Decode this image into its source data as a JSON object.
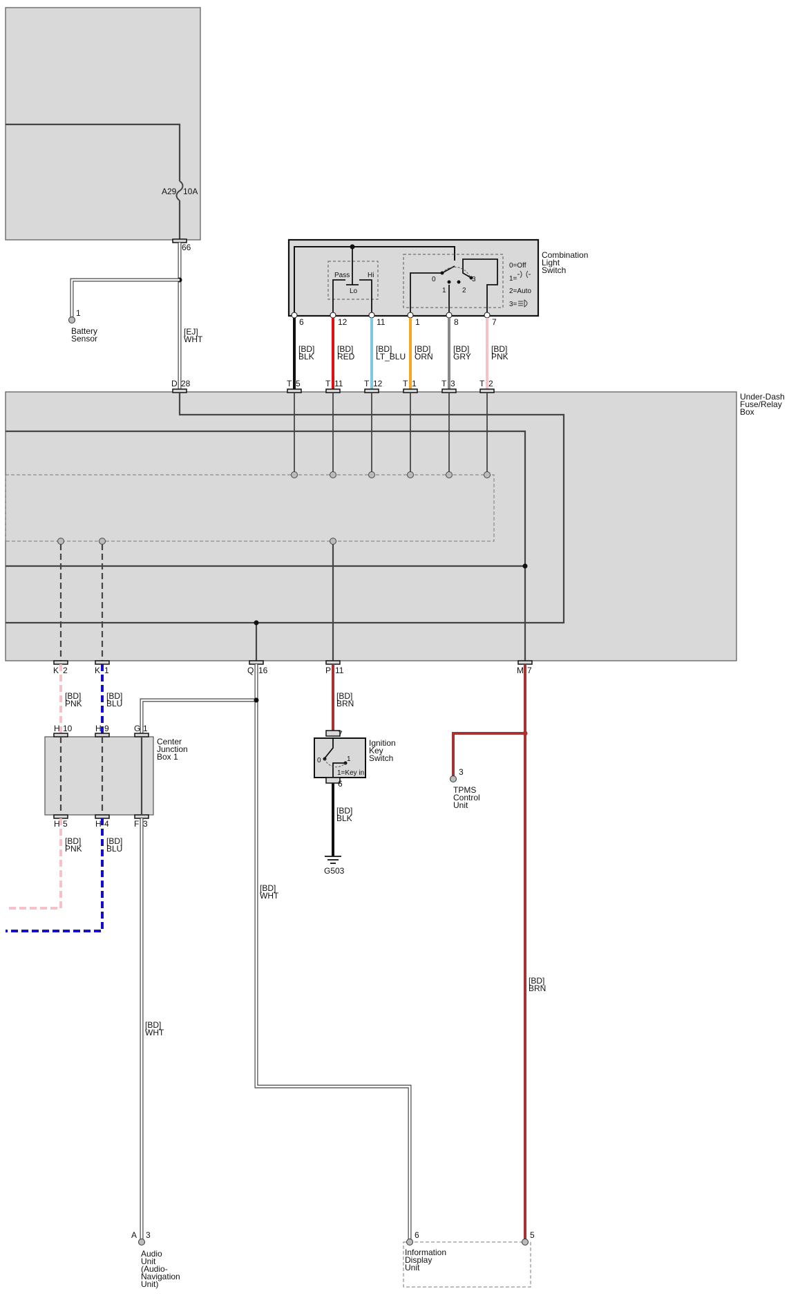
{
  "components": {
    "fuse": {
      "id": "A29",
      "rating": "10A",
      "pin": "66"
    },
    "battery_sensor": {
      "line1": "Battery",
      "line2": "Sensor",
      "pin": "1"
    },
    "combination_switch": {
      "line1": "Combination",
      "line2": "Light",
      "line3": "Switch",
      "pass": "Pass",
      "hi": "Hi",
      "lo": "Lo",
      "pos0": "0",
      "pos1": "1",
      "pos2": "2",
      "pos3": "3",
      "legend0": "0=Off",
      "legend1": "1=",
      "legend2": "2=Auto",
      "legend3": "3="
    },
    "under_dash": {
      "line1": "Under-Dash",
      "line2": "Fuse/Relay",
      "line3": "Box"
    },
    "center_junction": {
      "line1": "Center",
      "line2": "Junction",
      "line3": "Box 1"
    },
    "ignition_key": {
      "line1": "Ignition",
      "line2": "Key",
      "line3": "Switch",
      "pos0": "0",
      "pos1": "1",
      "legend": "1=Key in"
    },
    "ground": {
      "label": "G503"
    },
    "tpms": {
      "line1": "TPMS",
      "line2": "Control",
      "line3": "Unit",
      "pin": "3"
    },
    "audio": {
      "line1": "Audio",
      "line2": "Unit",
      "line3": "(Audio-",
      "line4": "Navigation",
      "line5": "Unit)",
      "conn": "A",
      "pin": "3"
    },
    "info_display": {
      "line1": "Information",
      "line2": "Display",
      "line3": "Unit",
      "pin": "6",
      "pin_b": "5"
    }
  },
  "switch_pins": [
    "6",
    "12",
    "11",
    "1",
    "8",
    "7"
  ],
  "fuse_box_pins": {
    "d": "D",
    "d28": "28",
    "t": "T",
    "t5": "5",
    "t11": "11",
    "t12": "12",
    "t1": "1",
    "t3": "3",
    "t2": "2",
    "k": "K",
    "k2": "2",
    "k1": "1",
    "q": "Q",
    "q16": "16",
    "p": "P",
    "p11": "11",
    "m": "M",
    "m7": "7"
  },
  "junction_pins": {
    "h": "H",
    "h10": "10",
    "h9": "9",
    "g": "G",
    "g1": "1",
    "h5": "5",
    "h4": "4",
    "f": "F",
    "f3": "3"
  },
  "ignition_pins": {
    "top": "7",
    "bottom": "6"
  },
  "wire_labels": {
    "ej": "[EJ]",
    "bd": "[BD]",
    "wht": "WHT",
    "blk": "BLK",
    "red": "RED",
    "lt_blu": "LT_BLU",
    "orn": "ORN",
    "gry": "GRY",
    "pnk": "PNK",
    "blu": "BLU",
    "brn": "BRN"
  },
  "colors": {
    "black": "#111111",
    "red": "#e01010",
    "lt_blu": "#7ec8e3",
    "orn": "#f5a623",
    "gry": "#888888",
    "pnk": "#f7c1c8",
    "blu": "#1010c8",
    "brn": "#a83232",
    "wht": "#ffffff",
    "box": "#d9d9d9"
  }
}
